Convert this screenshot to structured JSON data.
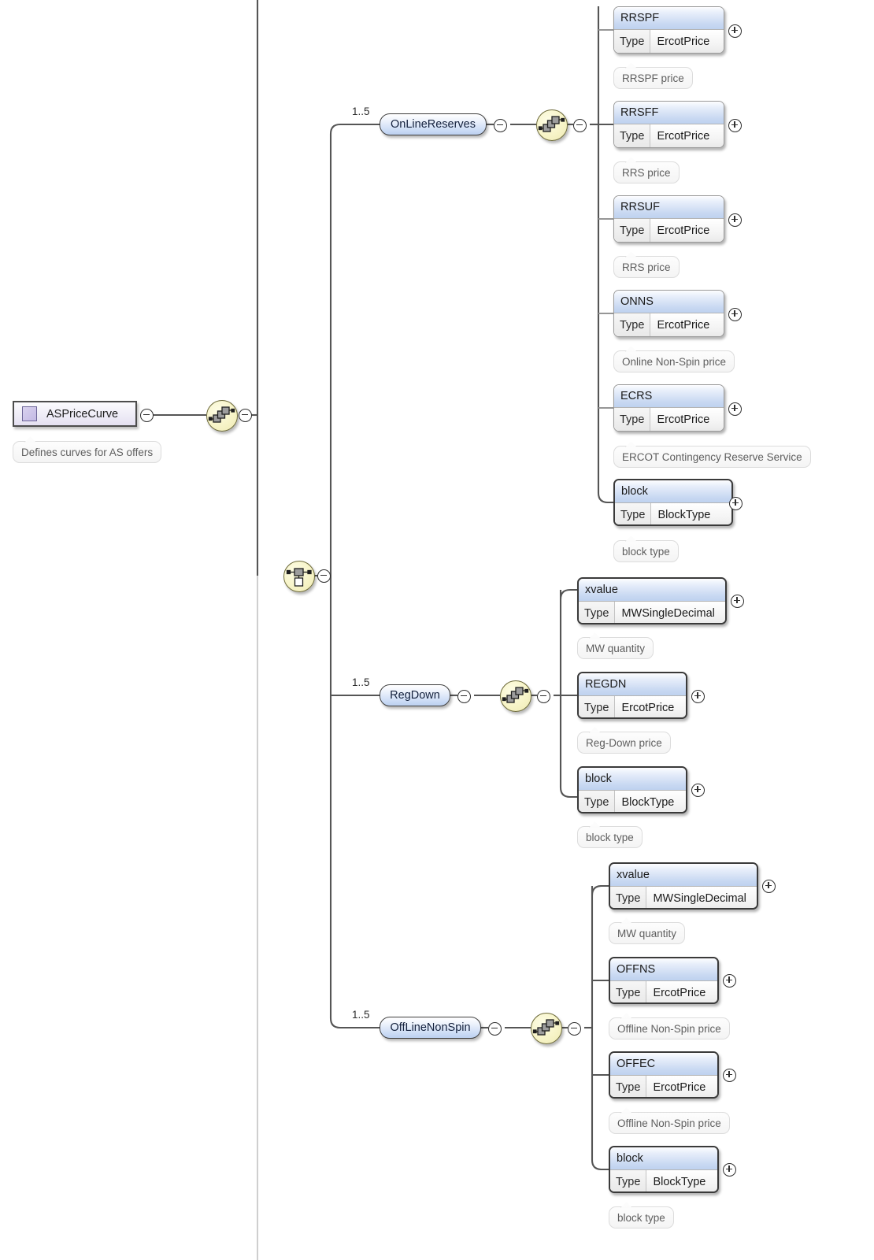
{
  "diagram": {
    "title": "ASPriceCurve",
    "root": {
      "name": "ASPriceCurve",
      "icon": "element-square-icon",
      "annotation": "Defines curves for AS offers"
    },
    "compositors": {
      "sequence": "sequence-icon",
      "choice": "choice-icon"
    },
    "branches": [
      {
        "name": "OnLineReserves",
        "cardinality": "1..5",
        "compositor": "sequence-icon",
        "children": [
          {
            "name": "RRSPF",
            "type_label": "Type",
            "type": "ErcotPrice",
            "annotation": "RRSPF price",
            "required": false
          },
          {
            "name": "RRSFF",
            "type_label": "Type",
            "type": "ErcotPrice",
            "annotation": "RRS price",
            "required": false
          },
          {
            "name": "RRSUF",
            "type_label": "Type",
            "type": "ErcotPrice",
            "annotation": "RRS price",
            "required": false
          },
          {
            "name": "ONNS",
            "type_label": "Type",
            "type": "ErcotPrice",
            "annotation": "Online Non-Spin price",
            "required": false
          },
          {
            "name": "ECRS",
            "type_label": "Type",
            "type": "ErcotPrice",
            "annotation": "ERCOT Contingency Reserve Service",
            "required": false
          },
          {
            "name": "block",
            "type_label": "Type",
            "type": "BlockType",
            "annotation": "block type",
            "required": true
          }
        ]
      },
      {
        "name": "RegDown",
        "cardinality": "1..5",
        "compositor": "sequence-icon",
        "children": [
          {
            "name": "xvalue",
            "type_label": "Type",
            "type": "MWSingleDecimal",
            "annotation": "MW quantity",
            "required": true
          },
          {
            "name": "REGDN",
            "type_label": "Type",
            "type": "ErcotPrice",
            "annotation": "Reg-Down price",
            "required": true
          },
          {
            "name": "block",
            "type_label": "Type",
            "type": "BlockType",
            "annotation": "block type",
            "required": true
          }
        ]
      },
      {
        "name": "OffLineNonSpin",
        "cardinality": "1..5",
        "compositor": "sequence-icon",
        "children": [
          {
            "name": "xvalue",
            "type_label": "Type",
            "type": "MWSingleDecimal",
            "annotation": "MW quantity",
            "required": true
          },
          {
            "name": "OFFNS",
            "type_label": "Type",
            "type": "ErcotPrice",
            "annotation": "Offline Non-Spin price",
            "required": true
          },
          {
            "name": "OFFEC",
            "type_label": "Type",
            "type": "ErcotPrice",
            "annotation": "Offline Non-Spin price",
            "required": true
          },
          {
            "name": "block",
            "type_label": "Type",
            "type": "BlockType",
            "annotation": "block type",
            "required": true
          }
        ]
      }
    ],
    "colors": {
      "node_header": "#c9d9f2",
      "compositor": "#f5f1c4",
      "root_accent": "#c3b9e4",
      "wire": "#555555",
      "wire_light": "#b9b9b9"
    }
  }
}
